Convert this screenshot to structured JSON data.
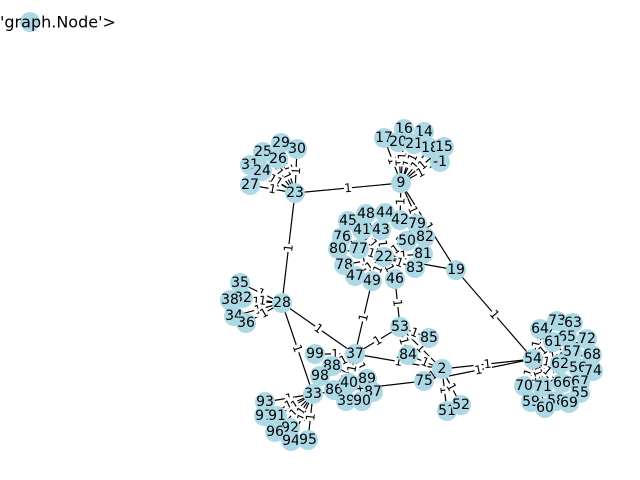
{
  "legend": {
    "text": "'graph.Node'>"
  },
  "node_color": "#add8e6",
  "nodes": [
    "17",
    "16",
    "14",
    "20",
    "21",
    "18",
    "15",
    "-1",
    "9",
    "29",
    "30",
    "25",
    "26",
    "31",
    "24",
    "27",
    "23",
    "48",
    "44",
    "45",
    "43",
    "41",
    "42",
    "79",
    "76",
    "82",
    "50",
    "80",
    "77",
    "22",
    "81",
    "78",
    "83",
    "19",
    "47",
    "49",
    "46",
    "35",
    "32",
    "38",
    "28",
    "34",
    "36",
    "53",
    "85",
    "99",
    "37",
    "88",
    "84",
    "2",
    "98",
    "89",
    "86",
    "40",
    "87",
    "75",
    "33",
    "93",
    "39",
    "90",
    "97",
    "91",
    "51",
    "52",
    "92",
    "96",
    "94",
    "95",
    "73",
    "63",
    "64",
    "65",
    "72",
    "61",
    "57",
    "68",
    "62",
    "56",
    "74",
    "54",
    "67",
    "70",
    "71",
    "66",
    "59",
    "58",
    "60",
    "55",
    "69"
  ],
  "edge_weight_label": "1"
}
